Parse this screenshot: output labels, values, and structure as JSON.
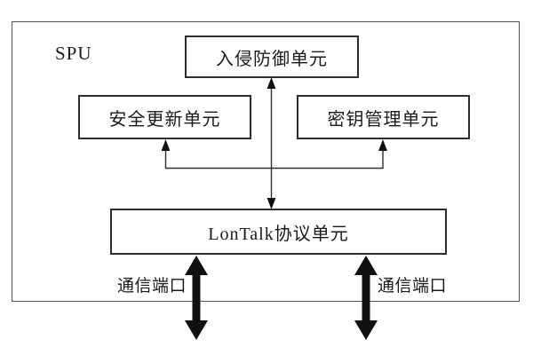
{
  "diagram": {
    "spu_label": "SPU",
    "boxes": [
      {
        "id": "intrusion-prevention-unit",
        "label": "入侵防御单元"
      },
      {
        "id": "security-update-unit",
        "label": "安全更新单元"
      },
      {
        "id": "key-management-unit",
        "label": "密钥管理单元"
      },
      {
        "id": "lontalk-protocol-unit",
        "label": "LonTalk协议单元"
      }
    ],
    "port_labels": {
      "left": "通信端口",
      "right": "通信端口"
    },
    "connectors": [
      {
        "from": "lontalk-protocol-unit",
        "to": "intrusion-prevention-unit",
        "style": "thin-double-arrow"
      },
      {
        "from": "lontalk-protocol-unit",
        "to": "security-update-unit",
        "style": "thin-arrow-up"
      },
      {
        "from": "lontalk-protocol-unit",
        "to": "key-management-unit",
        "style": "thin-arrow-up"
      },
      {
        "from": "lontalk-protocol-unit",
        "to": "left-communication-port",
        "style": "thick-double-arrow"
      },
      {
        "from": "lontalk-protocol-unit",
        "to": "right-communication-port",
        "style": "thick-double-arrow"
      }
    ],
    "colors": {
      "background": "#ffffff",
      "frame_border": "#555555",
      "box_border": "#2e2e2e",
      "connector_line": "#2e2e2e",
      "thick_arrow": "#111111",
      "text": "#1a1a1a"
    }
  }
}
